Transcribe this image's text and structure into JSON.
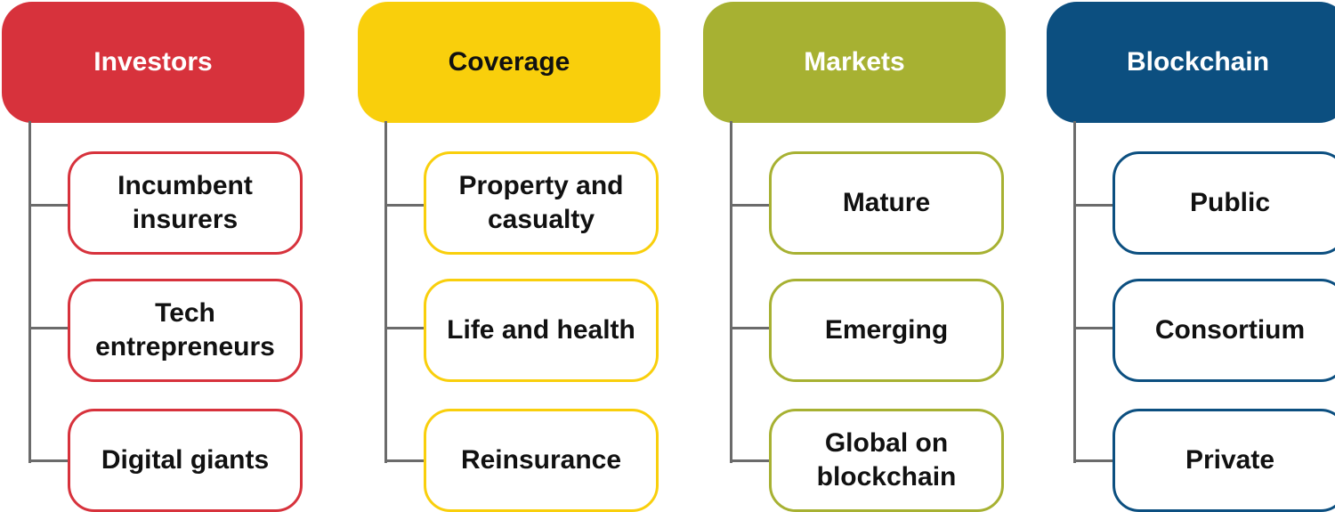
{
  "columns": [
    {
      "title": "Investors",
      "color": "#d7323c",
      "title_color": "#ffffff",
      "items": [
        "Incumbent insurers",
        "Tech entrepreneurs",
        "Digital giants"
      ]
    },
    {
      "title": "Coverage",
      "color": "#f9cf0c",
      "title_color": "#111111",
      "items": [
        "Property and casualty",
        "Life and health",
        "Reinsurance"
      ]
    },
    {
      "title": "Markets",
      "color": "#a7b132",
      "title_color": "#ffffff",
      "items": [
        "Mature",
        "Emerging",
        "Global on blockchain"
      ]
    },
    {
      "title": "Blockchain",
      "color": "#0c4f80",
      "title_color": "#ffffff",
      "items": [
        "Public",
        "Consortium",
        "Private"
      ]
    }
  ],
  "connector_color": "#6b6b6b"
}
